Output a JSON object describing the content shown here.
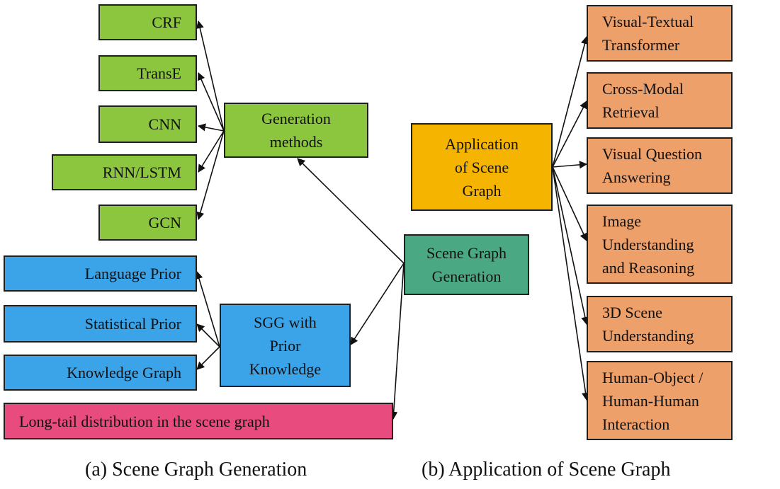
{
  "generation": {
    "methods_hub": "Generation\nmethods",
    "methods": [
      "CRF",
      "TransE",
      "CNN",
      "RNN/LSTM",
      "GCN"
    ],
    "sgg_hub": "Scene Graph\nGeneration",
    "prior_hub": "SGG with\nPrior\nKnowledge",
    "priors": [
      "Language Prior",
      "Statistical Prior",
      "Knowledge Graph"
    ],
    "long_tail": "Long-tail distribution in the scene graph"
  },
  "application": {
    "hub": "Application\nof Scene\nGraph",
    "items": [
      "Visual-Textual\nTransformer",
      "Cross-Modal\nRetrieval",
      "Visual Question\nAnswering",
      "Image\nUnderstanding\nand Reasoning",
      "3D Scene\nUnderstanding",
      "Human-Object /\nHuman-Human\nInteraction"
    ]
  },
  "captions": {
    "a": "(a) Scene Graph Generation",
    "b": "(b) Application of Scene Graph"
  },
  "colors": {
    "green": "#8cc63f",
    "blue": "#3ba3e8",
    "teal": "#4aa982",
    "orange": "#f4b400",
    "salmon": "#eea06b",
    "pink": "#e84c7e"
  }
}
